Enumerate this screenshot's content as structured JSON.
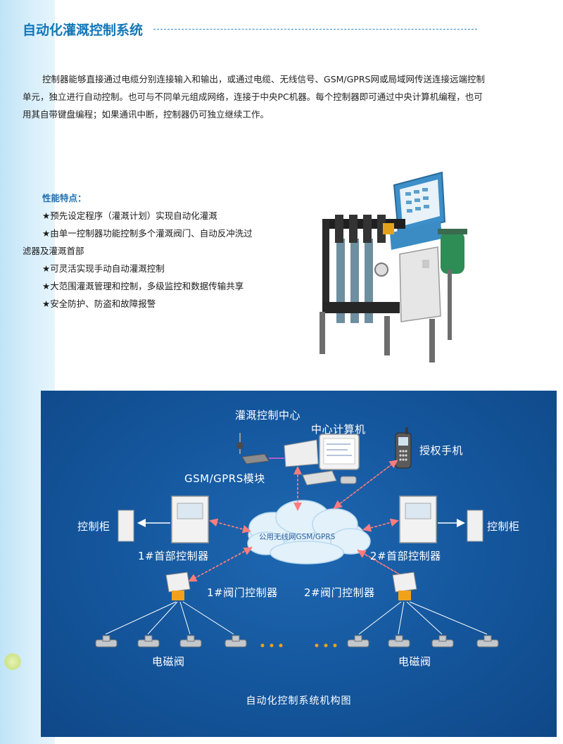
{
  "title": "自动化灌溉控制系统",
  "intro": "控制器能够直接通过电缆分别连接输入和输出，或通过电缆、无线信号、GSM/GPRS网或局域网传送连接远端控制单元，独立进行自动控制。也可与不同单元组成网络，连接于中央PC机器。每个控制器即可通过中央计算机编程，也可用其自带键盘编程；如果通讯中断，控制器仍可独立继续工作。",
  "features": {
    "heading": "性能特点：",
    "items": [
      "★预先设定程序（灌溉计划）实现自动化灌溉",
      "★由单一控制器功能控制多个灌溉阀门、自动反冲洗过",
      "滤器及灌溉首部",
      "★可灵活实现手动自动灌溉控制",
      "★大范围灌溉管理和控制，多级监控和数据传输共享",
      "★安全防护、防盗和故障报警"
    ]
  },
  "diagram": {
    "control_center": "灌溉控制中心",
    "central_computer": "中心计算机",
    "authorized_phone": "授权手机",
    "gsm_module": "GSM/GPRS模块",
    "cabinet_left": "控制柜",
    "cabinet_right": "控制柜",
    "network": "公用无线网GSM/GPRS",
    "head_controller_1": "1#首部控制器",
    "head_controller_2": "2#首部控制器",
    "valve_controller_1": "1#阀门控制器",
    "valve_controller_2": "2#阀门控制器",
    "solenoid_left": "电磁阀",
    "solenoid_right": "电磁阀",
    "caption": "自动化控制系统机构图"
  }
}
